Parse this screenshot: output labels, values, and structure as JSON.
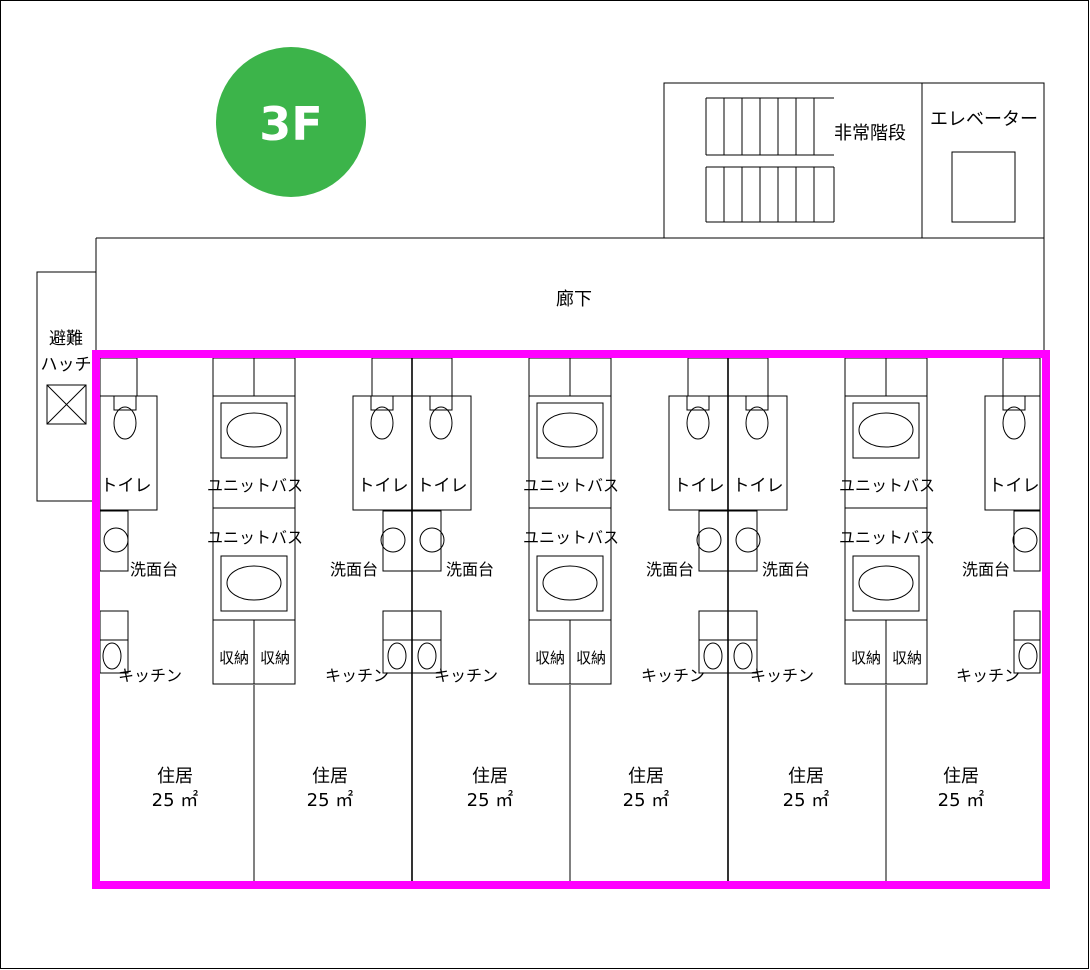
{
  "floor": {
    "label": "3F",
    "badge_color": "#3cb44a"
  },
  "highlight_color": "#ff00ff",
  "labels": {
    "emergency_stairs": "非常階段",
    "elevator": "エレベーター",
    "corridor": "廊下",
    "escape_hatch_line1": "避難",
    "escape_hatch_line2": "ハッチ"
  },
  "room_labels": {
    "toilet": "トイレ",
    "bath": "ユニットバス",
    "sink": "洗面台",
    "kitchen": "キッチン",
    "storage": "収納"
  },
  "units": [
    {
      "label": "住居",
      "area": "25 ㎡"
    },
    {
      "label": "住居",
      "area": "25 ㎡"
    },
    {
      "label": "住居",
      "area": "25 ㎡"
    },
    {
      "label": "住居",
      "area": "25 ㎡"
    },
    {
      "label": "住居",
      "area": "25 ㎡"
    },
    {
      "label": "住居",
      "area": "25 ㎡"
    }
  ]
}
